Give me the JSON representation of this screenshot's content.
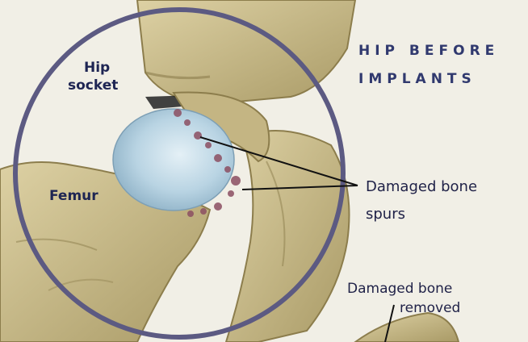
{
  "title": {
    "line1": "HIP BEFORE",
    "line2": "IMPLANTS"
  },
  "labels": {
    "hip_socket_line1": "Hip",
    "hip_socket_line2": "socket",
    "femur": "Femur",
    "damaged_spurs_line1": "Damaged bone",
    "damaged_spurs_line2": "spurs",
    "damaged_removed_line1": "Damaged bone",
    "damaged_removed_line2": "removed"
  },
  "colors": {
    "background": "#f1efe6",
    "circle_outline": "#5c5a82",
    "bone": "#cdbf8e",
    "bone_shadow": "#8c7d4c",
    "cartilage": "#c5dce8",
    "damage": "#8c4f62",
    "title_text": "#30396e",
    "label_text": "#1e2553"
  }
}
